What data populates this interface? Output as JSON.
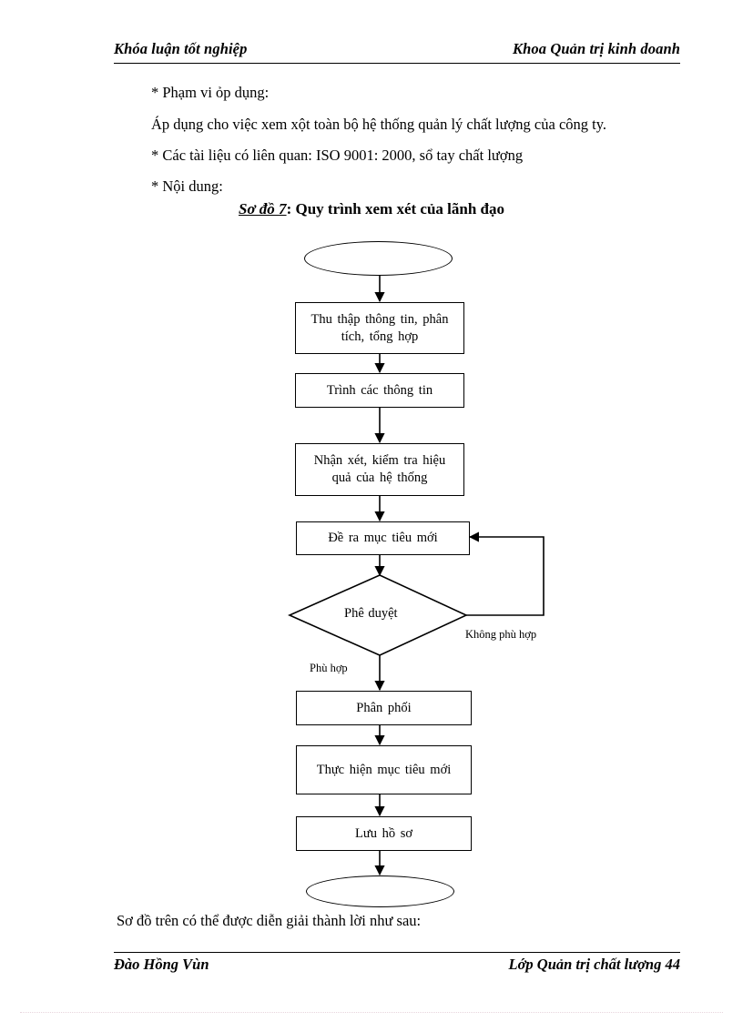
{
  "header": {
    "left": "Khóa luận tốt nghiệp",
    "right": "Khoa Quản trị kinh doanh"
  },
  "body": {
    "paragraphs": [
      "* Phạm vi ỏp dụng:",
      "Áp dụng cho việc xem xột toàn bộ hệ thống quản lý chất lượng của công ty.",
      "* Các tài liệu có liên quan: ISO 9001: 2000, sổ tay chất lượng",
      "* Nội dung:"
    ],
    "closing": "Sơ đồ trên có thể được diễn giải thành lời như sau:"
  },
  "figure": {
    "label": "Sơ đồ 7",
    "separator": ": ",
    "title": "Quy trình xem xét của lãnh đạo",
    "nodes": {
      "start": "",
      "step1": "Thu thập thông tin, phân tích, tổng hợp",
      "step2": "Trình các thông tin",
      "step3": "Nhận xét, kiểm tra hiệu quả của hệ thống",
      "step4": "Đề ra mục tiêu mới",
      "decision": "Phê duyệt",
      "step5": "Phân phối",
      "step6": "Thực hiện mục tiêu mới",
      "step7": "Lưu hồ sơ",
      "end": ""
    },
    "branches": {
      "yes": "Phù hợp",
      "no": "Không phù hợp"
    },
    "line_color": "#000000",
    "fill_color": "#ffffff"
  },
  "footer": {
    "left": "Đào Hồng Vùn",
    "right": "Lớp Quản trị chất lượng 44"
  }
}
